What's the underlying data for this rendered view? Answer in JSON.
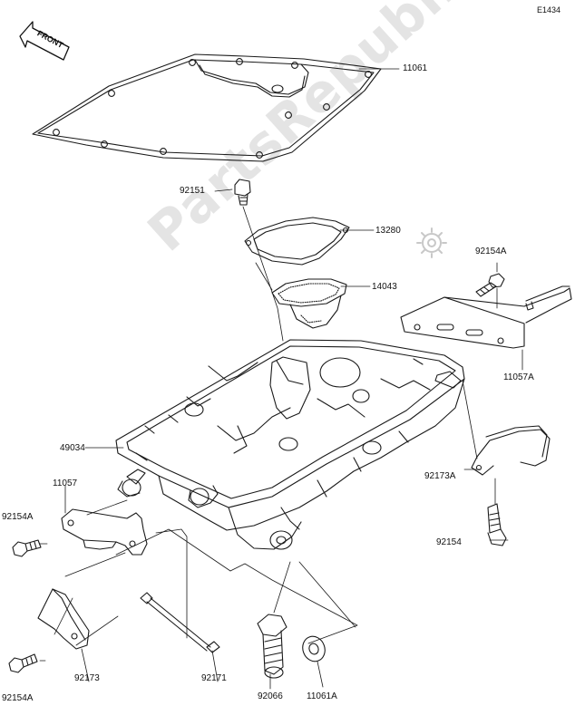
{
  "diagram_code": "E1434",
  "front_label": "FRONT",
  "watermark": "PartsRepublik",
  "parts": {
    "p11061": "11061",
    "p92151": "92151",
    "p13280": "13280",
    "p14043": "14043",
    "p92154A_top": "92154A",
    "p11057A": "11057A",
    "p49034": "49034",
    "p11057": "11057",
    "p92154A_left": "92154A",
    "p92173A": "92173A",
    "p92154": "92154",
    "p92173": "92173",
    "p92154A_bottom": "92154A",
    "p92171": "92171",
    "p11061A": "11061A",
    "p92066": "92066"
  }
}
